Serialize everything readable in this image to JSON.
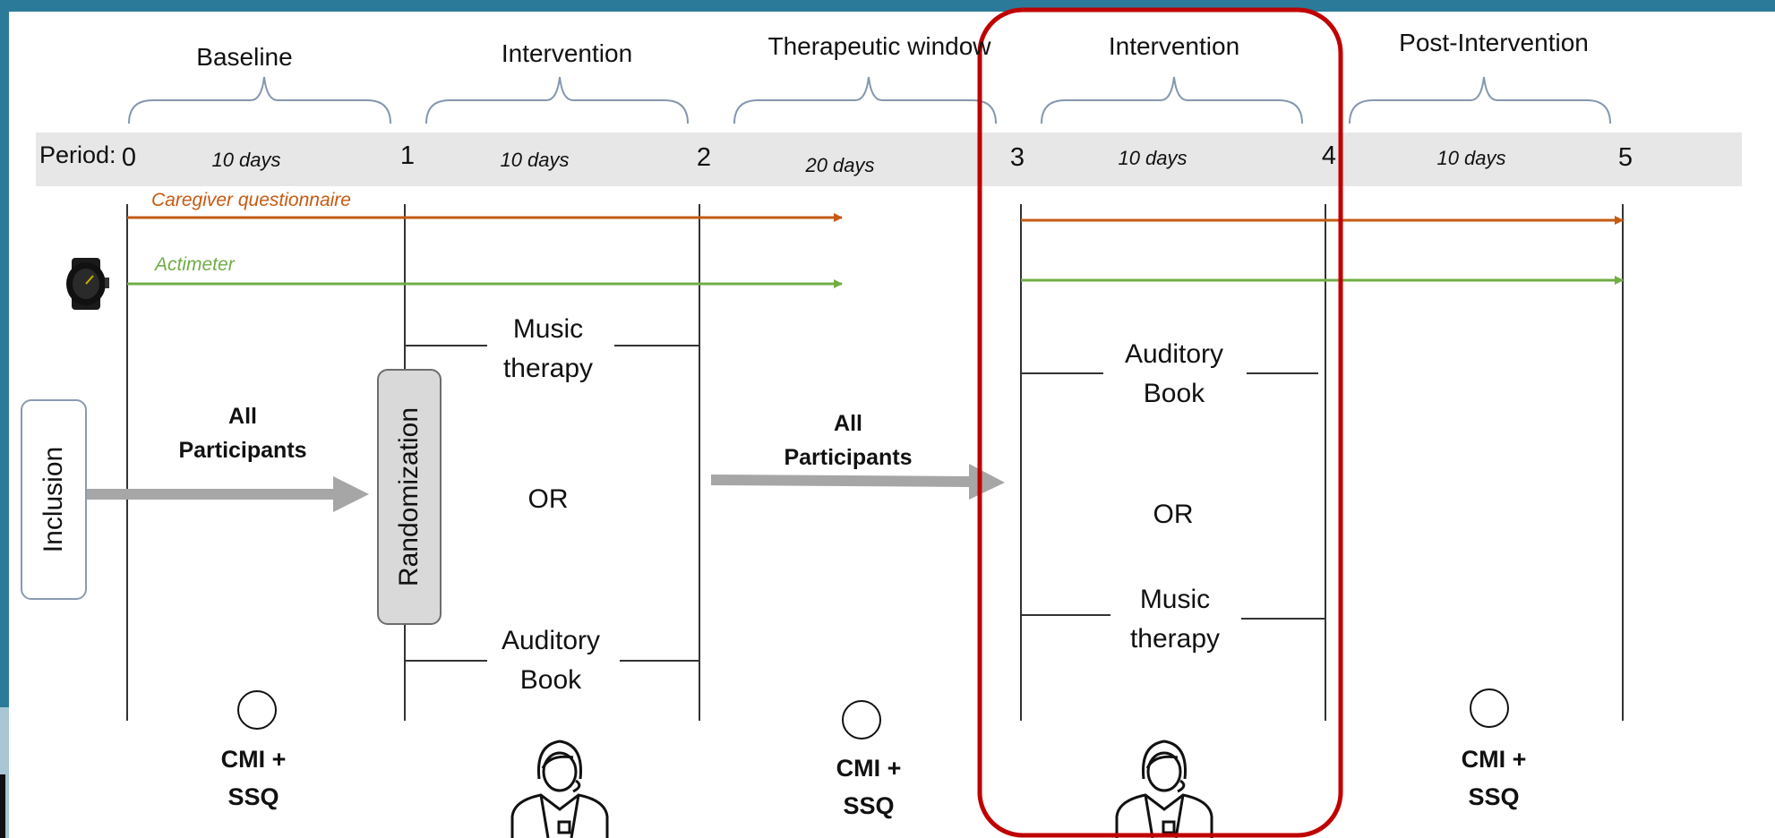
{
  "phases": {
    "baseline": "Baseline",
    "intervention1": "Intervention",
    "therapeutic_window": "Therapeutic window",
    "intervention2": "Intervention",
    "post_intervention": "Post-Intervention"
  },
  "timeline": {
    "period_label": "Period:",
    "points": [
      "0",
      "1",
      "2",
      "3",
      "4",
      "5"
    ],
    "durations": [
      "10 days",
      "10 days",
      "20 days",
      "10 days",
      "10 days"
    ]
  },
  "legend": {
    "caregiver": "Caregiver questionnaire",
    "actimeter": "Actimeter",
    "watch_icon": "watch-icon"
  },
  "flow": {
    "inclusion": "Inclusion",
    "randomization": "Randomization",
    "all_participants_1": [
      "All",
      "Participants"
    ],
    "all_participants_2": [
      "All",
      "Participants"
    ]
  },
  "arms1": {
    "top": [
      "Music",
      "therapy"
    ],
    "or": "OR",
    "bottom": [
      "Auditory",
      "Book"
    ]
  },
  "arms2": {
    "top": [
      "Auditory",
      "Book"
    ],
    "or": "OR",
    "bottom": [
      "Music",
      "therapy"
    ]
  },
  "assessments": {
    "a1": [
      "CMI +",
      "SSQ"
    ],
    "a2": [
      "CMI +",
      "SSQ"
    ],
    "a3": [
      "CMI +",
      "SSQ"
    ],
    "clinician_icon": "clinician-icon",
    "circle_icon": "assessment-circle-icon"
  },
  "colors": {
    "frame": "#2b7a99",
    "caregiver_line": "#c55a11",
    "actimeter_line": "#70ad47",
    "highlight_box": "#c00000",
    "timeline_band": "#e7e7e7",
    "flow_arrow": "#a6a6a6"
  }
}
